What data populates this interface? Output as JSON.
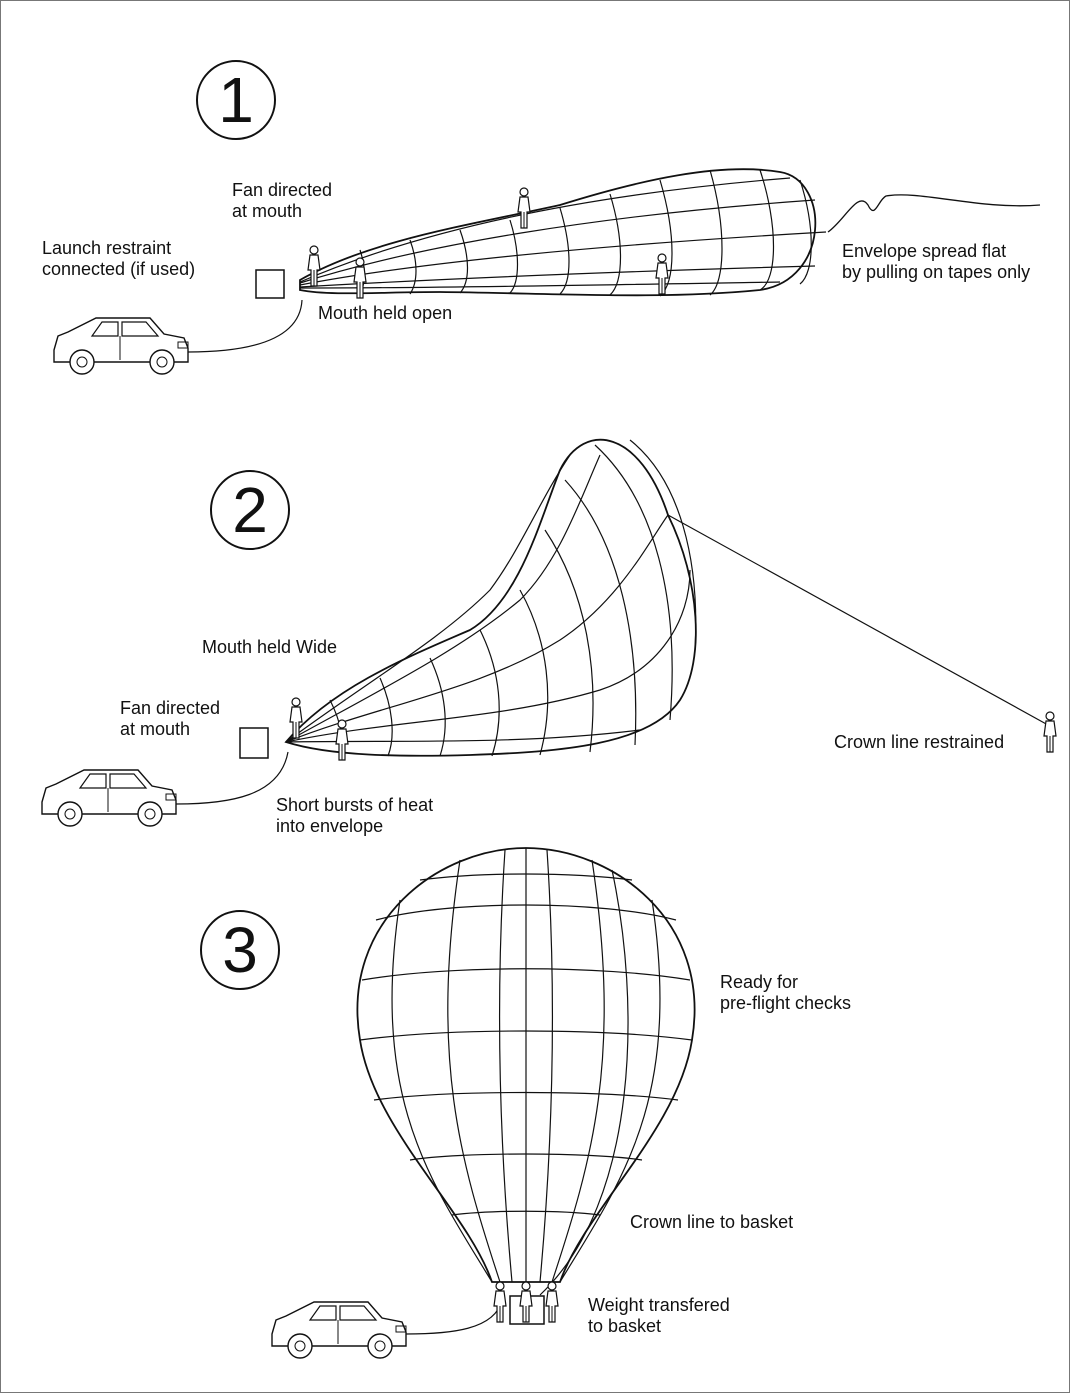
{
  "steps": [
    {
      "number": "1",
      "labels": {
        "fan": "Fan directed\nat mouth",
        "restraint": "Launch restraint\nconnected (if used)",
        "mouth": "Mouth held open",
        "spread": "Envelope spread flat\nby pulling on tapes only"
      }
    },
    {
      "number": "2",
      "labels": {
        "mouth": "Mouth held Wide",
        "fan": "Fan directed\nat mouth",
        "crown": "Crown line restrained",
        "heat": "Short bursts of heat\ninto envelope"
      }
    },
    {
      "number": "3",
      "labels": {
        "ready": "Ready for\npre-flight checks",
        "crown": "Crown line to basket",
        "weight": "Weight transfered\nto basket"
      }
    }
  ],
  "colors": {
    "line": "#111111",
    "frame": "#777777",
    "background": "#ffffff"
  }
}
